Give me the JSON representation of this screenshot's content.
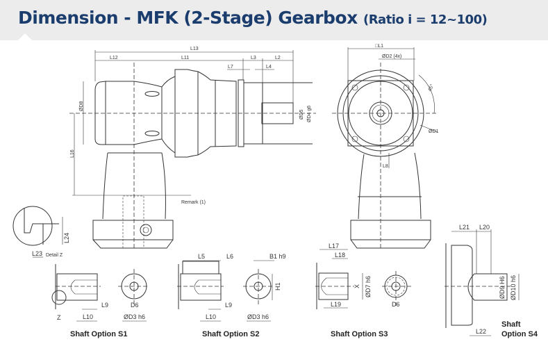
{
  "header": {
    "title": "Dimension - MFK (2-Stage) Gearbox",
    "subtitle": "(Ratio i = 12~100)",
    "title_color": "#1b3d6e",
    "background": "#ececec"
  },
  "side_view": {
    "L13": "L13",
    "L12": "L12",
    "L11": "L11",
    "L3": "L3",
    "L2": "L2",
    "L7": "L7",
    "L4": "L4",
    "D8": "ØD8",
    "D5": "ØD5",
    "D4": "ØD4 g6",
    "L16": "L16",
    "remark": "Remark  (1)"
  },
  "end_view": {
    "L1": "□L1",
    "D2": "ØD2 (4x)",
    "angle": "45°",
    "D1": "ØD1",
    "L8": "L8"
  },
  "detail_z": {
    "L24": "L24",
    "L23": "L23",
    "caption": "Detail  Z"
  },
  "shaft_options": [
    {
      "caption": "Shaft Option S1",
      "labels": {
        "Z": "Z",
        "L9": "L9",
        "L10": "L10",
        "D6": "D6",
        "D3": "ØD3 h6"
      }
    },
    {
      "caption": "Shaft Option S2",
      "labels": {
        "L5": "L5",
        "L6": "L6",
        "L9": "L9",
        "L10": "L10",
        "B1": "B1 h9",
        "H1": "H1",
        "D3": "ØD3 h6"
      }
    },
    {
      "caption": "Shaft Option S3",
      "labels": {
        "L17": "L17",
        "L18": "L18",
        "L19": "L19",
        "X": "X",
        "D7": "ØD7 h6",
        "D6": "D6"
      }
    },
    {
      "caption_line1": "Shaft",
      "caption_line2": "Option S4",
      "labels": {
        "L21": "L21",
        "L20": "L20",
        "L22": "L22",
        "D9": "ØD9 H6",
        "D10": "ØD10 h6"
      }
    }
  ]
}
